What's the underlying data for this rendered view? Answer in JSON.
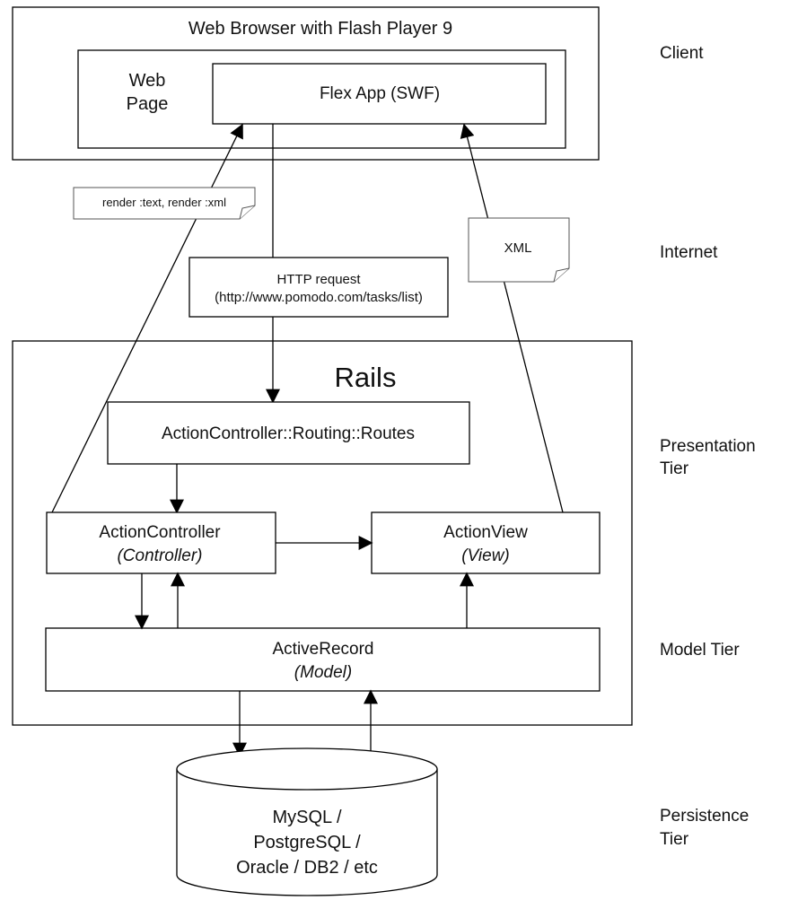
{
  "tiers": {
    "client": "Client",
    "internet": "Internet",
    "presentation_line1": "Presentation",
    "presentation_line2": "Tier",
    "model": "Model Tier",
    "persistence_line1": "Persistence",
    "persistence_line2": "Tier"
  },
  "browser": {
    "title": "Web Browser with Flash Player 9",
    "web_page_line1": "Web",
    "web_page_line2": "Page",
    "flex_app": "Flex App (SWF)"
  },
  "notes": {
    "render": "render :text, render :xml",
    "xml": "XML",
    "http_line1": "HTTP request",
    "http_line2": "(http://www.pomodo.com/tasks/list)"
  },
  "rails": {
    "title": "Rails",
    "routes": "ActionController::Routing::Routes",
    "controller": "ActionController",
    "controller_role": "(Controller)",
    "view": "ActionView",
    "view_role": "(View)",
    "record": "ActiveRecord",
    "record_role": "(Model)"
  },
  "database": {
    "line1": "MySQL /",
    "line2": "PostgreSQL /",
    "line3": "Oracle / DB2 / etc"
  }
}
